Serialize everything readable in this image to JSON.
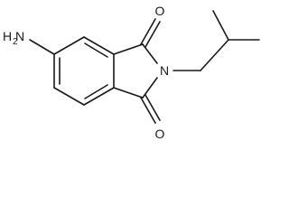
{
  "molecule": {
    "atoms": {
      "amine_n": "N",
      "amine_h": "H",
      "amine_h_count": "2",
      "oxygen_top": "O",
      "imide_n": "N",
      "oxygen_bottom": "O"
    }
  }
}
